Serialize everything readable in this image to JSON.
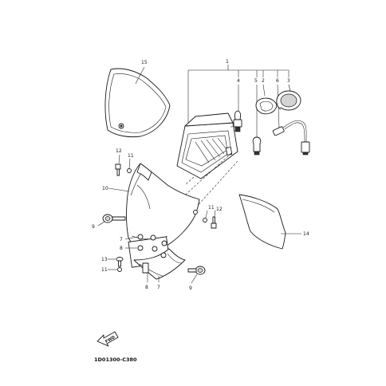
{
  "diagram": {
    "drawing_code": "1D01300-C380",
    "fwd_label": "FWD",
    "callouts": [
      {
        "id": "c-1",
        "label": "1"
      },
      {
        "id": "c-2",
        "label": "2"
      },
      {
        "id": "c-3",
        "label": "3"
      },
      {
        "id": "c-4",
        "label": "4"
      },
      {
        "id": "c-5",
        "label": "5"
      },
      {
        "id": "c-6",
        "label": "6"
      },
      {
        "id": "c-15",
        "label": "15"
      },
      {
        "id": "c-12a",
        "label": "12"
      },
      {
        "id": "c-11a",
        "label": "11"
      },
      {
        "id": "c-10",
        "label": "10"
      },
      {
        "id": "c-11b",
        "label": "11"
      },
      {
        "id": "c-12b",
        "label": "12"
      },
      {
        "id": "c-9a",
        "label": "9"
      },
      {
        "id": "c-7a",
        "label": "7"
      },
      {
        "id": "c-8a",
        "label": "8"
      },
      {
        "id": "c-13",
        "label": "13"
      },
      {
        "id": "c-11c",
        "label": "11"
      },
      {
        "id": "c-8b",
        "label": "8"
      },
      {
        "id": "c-7b",
        "label": "7"
      },
      {
        "id": "c-9b",
        "label": "9"
      },
      {
        "id": "c-14",
        "label": "14"
      }
    ]
  }
}
